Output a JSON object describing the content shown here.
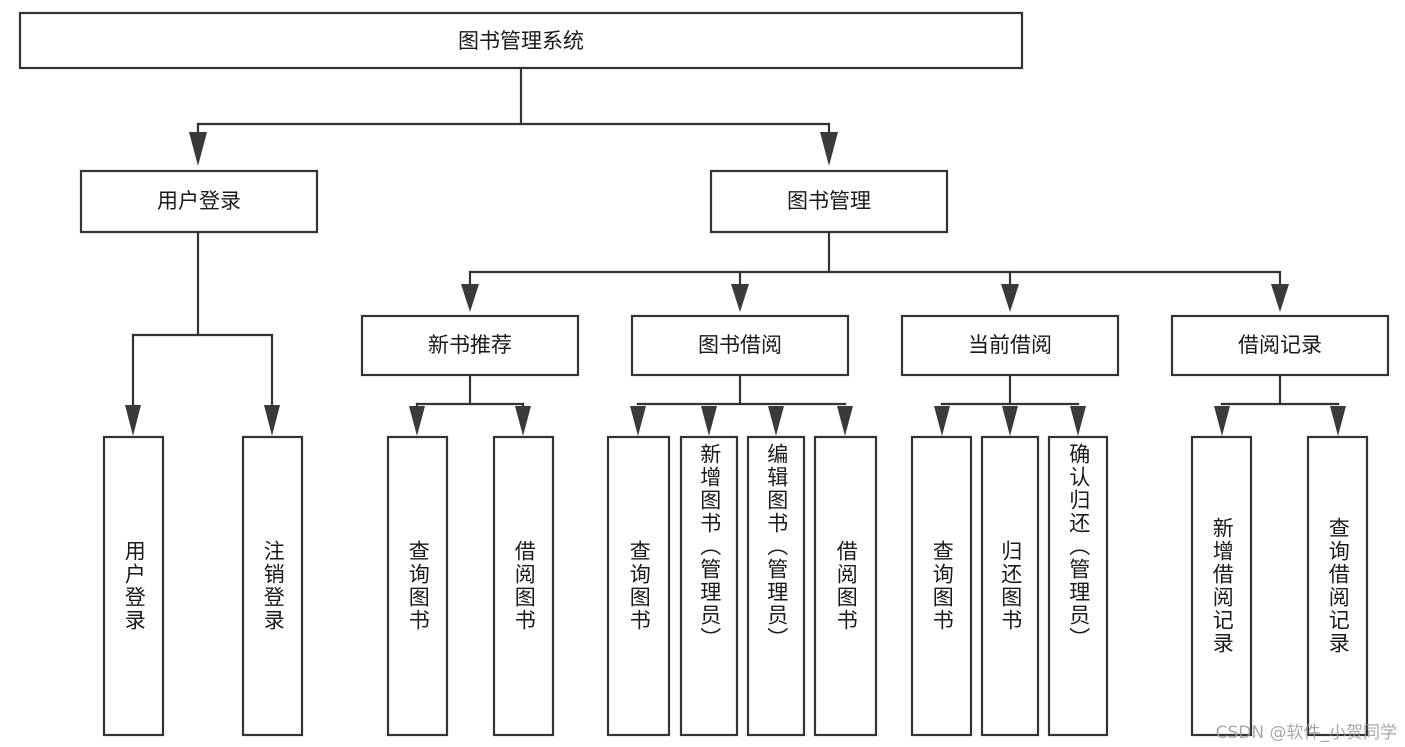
{
  "diagram": {
    "type": "tree-flowchart",
    "title": "图书管理系统",
    "watermark": "CSDN @软件_小贺同学",
    "colors": {
      "box_stroke": "#333333",
      "box_fill": "#ffffff",
      "connector": "#333333",
      "arrow": "#3a3a3a",
      "text": "#1a1a1a",
      "watermark": "#9a9a9a",
      "background": "#ffffff"
    },
    "root": {
      "label": "图书管理系统"
    },
    "level2": [
      {
        "label": "用户登录"
      },
      {
        "label": "图书管理"
      }
    ],
    "level3": [
      {
        "label": "新书推荐"
      },
      {
        "label": "图书借阅"
      },
      {
        "label": "当前借阅"
      },
      {
        "label": "借阅记录"
      }
    ],
    "leaves": {
      "user_login": [
        {
          "label": "用户登录"
        },
        {
          "label": "注销登录"
        }
      ],
      "new_book_recommend": [
        {
          "label": "查询图书"
        },
        {
          "label": "借阅图书"
        }
      ],
      "book_borrow": [
        {
          "label": "查询图书"
        },
        {
          "label": "新增图书（管理员）"
        },
        {
          "label": "编辑图书（管理员）"
        },
        {
          "label": "借阅图书"
        }
      ],
      "current_borrow": [
        {
          "label": "查询图书"
        },
        {
          "label": "归还图书"
        },
        {
          "label": "确认归还（管理员）"
        }
      ],
      "borrow_record": [
        {
          "label": "新增借阅记录"
        },
        {
          "label": "查询借阅记录"
        }
      ]
    }
  }
}
